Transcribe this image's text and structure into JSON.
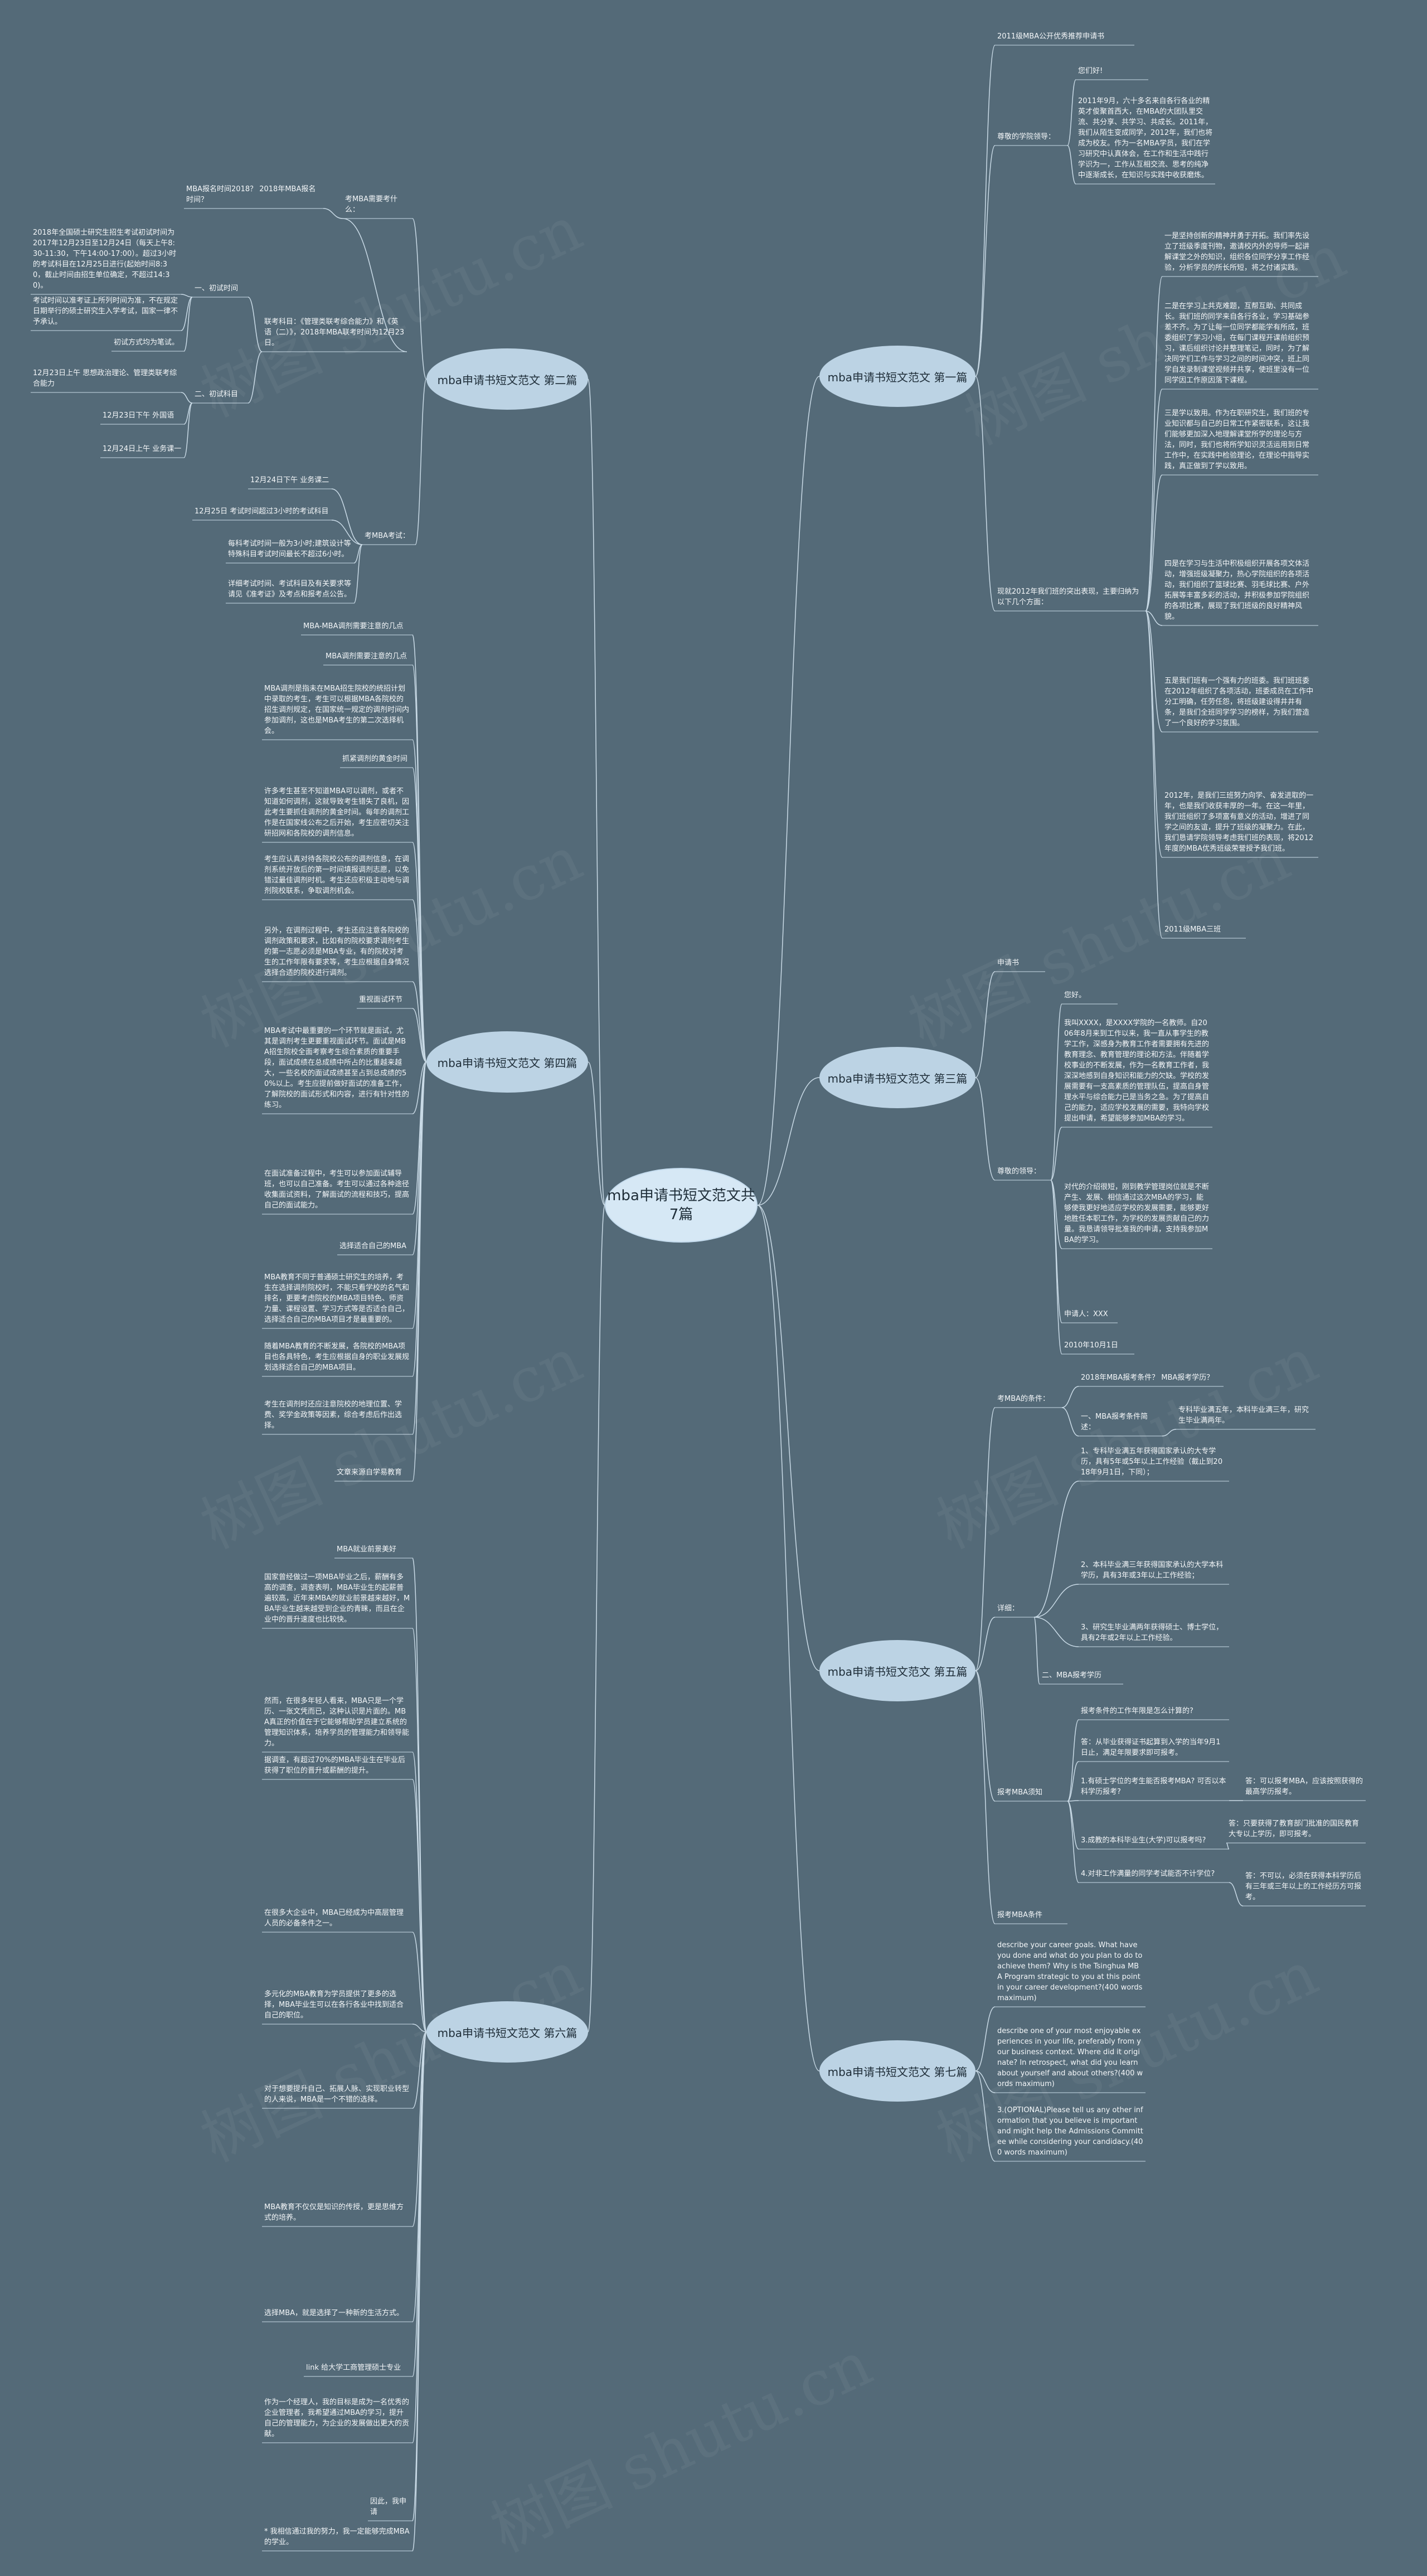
{
  "watermark": "树图 shutu.cn",
  "center": "mba申请书短文范文共7篇",
  "branches": [
    "mba申请书短文范文 第一篇",
    "mba申请书短文范文 第二篇",
    "mba申请书短文范文 第三篇",
    "mba申请书短文范文 第四篇",
    "mba申请书短文范文 第五篇",
    "mba申请书短文范文 第六篇",
    "mba申请书短文范文 第七篇"
  ],
  "nodes": {
    "n1_title": "2011级MBA公开优秀推荐申请书",
    "n1_teacher": "尊敬的学院领导：",
    "n1_hello": "您们好!",
    "n1_p1": "2011年9月，六十多名来自各行各业的精英才俊聚首西大，在MBA的大团队里交流、共分享、共学习、共成长。2011年，我们从陌生变成同学，2012年，我们也将成为校友。作为一名MBA学员，我们在学习研究中认真体会，在工作和生活中践行学识为一，工作从互相交流、思考的纯净中逐渐成长，在知识与实践中收获磨炼。",
    "n1_label": "现就2012年我们班的突出表现，主要归纳为以下几个方面：",
    "n1_p2": "一是坚持创新的精神并勇于开拓。我们率先设立了班级季度刊物，邀请校内外的导师一起讲解课堂之外的知识，组织各位同学分享工作经验，分析学员的所长所短，将之付诸实践。",
    "n1_p3": "二是在学习上共克难题，互帮互助、共同成长。我们班的同学来自各行各业，学习基础参差不齐。为了让每一位同学都能学有所成，班委组织了学习小组，在每门课程开课前组织预习，课后组织讨论并整理笔记，同时，为了解决同学们工作与学习之间的时间冲突，班上同学自发录制课堂视频并共享，使班里没有一位同学因工作原因落下课程。",
    "n1_p4": "三是学以致用。作为在职研究生，我们班的专业知识都与自己的日常工作紧密联系，这让我们能够更加深入地理解课堂所学的理论与方法，同时，我们也将所学知识灵活运用到日常工作中，在实践中检验理论，在理论中指导实践，真正做到了学以致用。",
    "n1_p5": "四是在学习与生活中积极组织开展各项文体活动，增强班级凝聚力，热心学院组织的各项活动，我们组织了篮球比赛、羽毛球比赛、户外拓展等丰富多彩的活动，并积极参加学院组织的各项比赛，展现了我们班级的良好精神风貌。",
    "n1_p6": "五是我们班有一个强有力的班委。我们班班委在2012年组织了各项活动，班委成员在工作中分工明确，任劳任怨，将班级建设得井井有条，是我们全班同学学习的榜样，为我们营造了一个良好的学习氛围。",
    "n1_p7": "2012年，是我们三班努力向学、奋发进取的一年，也是我们收获丰厚的一年。在这一年里，我们班组织了多项富有意义的活动，增进了同学之间的友谊，提升了班级的凝聚力。在此，我们恳请学院领导考虑我们班的表现，将2012年度的MBA优秀班级荣誉授予我们班。",
    "n1_sign": "2011级MBA三班",
    "n2_time": "考MBA需要考什么：",
    "n2_when": "MBA报名时间2018？ 2018年MBA报名时间？",
    "n2_fmt": "联考科目：《管理类联考综合能力》和《英语（二）》，2018年MBA联考时间为12月23日。",
    "n2_p1": "2018年全国硕士研究生招生考试初试时间为2017年12月23日至12月24日（每天上午8:30-11:30，下午14:00-17:00）。超过3小时的考试科目在12月25日进行(起始时间8:30，截止时间由招生单位确定，不超过14:30)。",
    "n2_sub1": "一、初试时间",
    "n2_p2": "考试时间以准考证上所列时间为准，不在规定日期举行的硕士研究生入学考试，国家一律不予承认。",
    "n2_p3": "初试方式均为笔试。",
    "n2_sub2": "二、初试科目",
    "n2_p4": "12月23日上午 思想政治理论、管理类联考综合能力",
    "n2_p5": "12月23日下午 外国语",
    "n2_p6": "12月24日上午 业务课一",
    "n2_p7": "12月24日下午 业务课二",
    "n2_p8": "12月25日 考试时间超过3小时的考试科目",
    "n2_p9": "每科考试时间一般为3小时;建筑设计等特殊科目考试时间最长不超过6小时。",
    "n2_p10": "详细考试时间、考试科目及有关要求等请见《准考证》及考点和报考点公告。",
    "n2_label": "考MBA考试：",
    "n3_top": "申请书",
    "n3_hello": "您好。",
    "n3_p1": "我叫XXXX，是XXXX学院的一名教师。自2006年8月来到工作以来，我一直从事学生的教学工作，深感身为教育工作者需要拥有先进的教育理念、教育管理的理论和方法。伴随着学校事业的不断发展，作为一名教育工作者，我深深地感到自身知识和能力的欠缺。学校的发展需要有一支高素质的管理队伍，提高自身管理水平与综合能力已是当务之急。为了提高自己的能力，适应学校发展的需要，我特向学校提出申请，希望能够参加MBA的学习。",
    "n3_p2": "对代的介绍很短，刚到教学管理岗位就是不断产生、发展、相信通过这次MBA的学习，能够使我更好地适应学校的发展需要，能够更好地胜任本职工作，为学校的发展贡献自己的力量。我恳请领导批准我的申请，支持我参加MBA的学习。",
    "n3_p3": "申请人：XXX",
    "n3_date": "2010年10月1日",
    "n3_label": "尊敬的领导：",
    "n4_a": "MBA-MBA调剂需要注意的几点",
    "n4_b": "MBA调剂需要注意的几点",
    "n4_p1": "MBA调剂是指未在MBA招生院校的统招计划中录取的考生，考生可以根据MBA各院校的招生调剂规定，在国家统一规定的调剂时间内参加调剂，这也是MBA考生的第二次选择机会。",
    "n4_c": "抓紧调剂的黄金时间",
    "n4_p2": "许多考生甚至不知道MBA可以调剂，或者不知道如何调剂，这就导致考生错失了良机，因此考生要抓住调剂的黄金时间。每年的调剂工作是在国家线公布之后开始，考生应密切关注研招网和各院校的调剂信息。",
    "n4_p3": "考生应认真对待各院校公布的调剂信息，在调剂系统开放后的第一时间填报调剂志愿，以免错过最佳调剂时机。考生还应积极主动地与调剂院校联系，争取调剂机会。",
    "n4_p4": "另外，在调剂过程中，考生还应注意各院校的调剂政策和要求，比如有的院校要求调剂考生的第一志愿必须是MBA专业，有的院校对考生的工作年限有要求等，考生应根据自身情况选择合适的院校进行调剂。",
    "n4_d": "重视面试环节",
    "n4_p5": "MBA考试中最重要的一个环节就是面试，尤其是调剂考生更要重视面试环节。面试是MBA招生院校全面考察考生综合素质的重要手段，面试成绩在总成绩中所占的比重越来越大，一些名校的面试成绩甚至占到总成绩的50%以上。考生应提前做好面试的准备工作，了解院校的面试形式和内容，进行有针对性的练习。",
    "n4_p6": "在面试准备过程中，考生可以参加面试辅导班，也可以自己准备。考生可以通过各种途径收集面试资料，了解面试的流程和技巧，提高自己的面试能力。",
    "n4_e": "选择适合自己的MBA",
    "n4_p7": "MBA教育不同于普通硕士研究生的培养，考生在选择调剂院校时，不能只看学校的名气和排名，更要考虑院校的MBA项目特色、师资力量、课程设置、学习方式等是否适合自己，选择适合自己的MBA项目才是最重要的。",
    "n4_p8": "随着MBA教育的不断发展，各院校的MBA项目也各具特色，考生应根据自身的职业发展规划选择适合自己的MBA项目。",
    "n4_p9": "考生在调剂时还应注意院校的地理位置、学费、奖学金政策等因素，综合考虑后作出选择。",
    "n4_f": "文章来源自学易教育",
    "n5_top": "考MBA的条件：",
    "n5_q1": "2018年MBA报考条件？ MBA报考学历？",
    "n5_q2": "一、MBA报考条件简述：",
    "n5_a2": "专科毕业满五年，本科毕业满三年，研究生毕业满两年。",
    "n5_p1": "1、专科毕业满五年获得国家承认的大专学历，具有5年或5年以上工作经验（截止到2018年9月1日，下同）；",
    "n5_p2": "2、本科毕业满三年获得国家承认的大学本科学历，具有3年或3年以上工作经验；",
    "n5_p3": "3、研究生毕业满两年获得硕士、博士学位，具有2年或2年以上工作经验。",
    "n5_label": "详细：",
    "n5_sub": "二、MBA报考学历",
    "n5_t2": "报考MBA须知",
    "n5_q3": "报考条件的工作年限是怎么计算的?",
    "n5_a3": "答：从毕业获得证书起算到入学的当年9月1日止，满足年限要求即可报考。",
    "n5_q4": "1.有硕士学位的考生能否报考MBA? 可否以本科学历报考?",
    "n5_a4": "答：可以报考MBA，应该按照获得的最高学历报考。",
    "n5_q5": "3.成教的本科毕业生(大学)可以报考吗?",
    "n5_a5": "答：只要获得了教育部门批准的国民教育大专以上学历，即可报考。",
    "n5_q6": "4.对非工作满量的同学考试能否不计学位?",
    "n5_a6": "答：不可以，必须在获得本科学历后有三年或三年以上的工作经历方可报考。",
    "n5_end": "报考MBA条件",
    "n6_a": "MBA就业前景美好",
    "n6_p1": "国家曾经做过一项MBA毕业之后，薪酬有多高的调查，调查表明，MBA毕业生的起薪普遍较高，近年来MBA的就业前景越来越好，MBA毕业生越来越受到企业的青睐，而且在企业中的晋升速度也比较快。",
    "n6_p2": "然而，在很多年轻人看来，MBA只是一个学历、一张文凭而已，这种认识是片面的。MBA真正的价值在于它能够帮助学员建立系统的管理知识体系，培养学员的管理能力和领导能力。",
    "n6_p3": "据调查，有超过70%的MBA毕业生在毕业后获得了职位的晋升或薪酬的提升。",
    "n6_p4": "在很多大企业中，MBA已经成为中高层管理人员的必备条件之一。",
    "n6_p5": "多元化的MBA教育为学员提供了更多的选择，MBA毕业生可以在各行各业中找到适合自己的职位。",
    "n6_p6": "对于想要提升自己、拓展人脉、实现职业转型的人来说，MBA是一个不错的选择。",
    "n6_p7": "MBA教育不仅仅是知识的传授，更是思维方式的培养。",
    "n6_p8": "选择MBA，就是选择了一种新的生活方式。",
    "n6_p9": "link 给大学工商管理硕士专业",
    "n6_p10": "作为一个经理人，我的目标是成为一名优秀的企业管理者，我希望通过MBA的学习，提升自己的管理能力，为企业的发展做出更大的贡献。",
    "n6_p11": "因此，我申请",
    "n6_p12": "* 我相信通过我的努力，我一定能够完成MBA的学业。",
    "n7_p1": "describe your career goals. What have you done and what do you plan to do to achieve them? Why is the Tsinghua MBA Program strategic to you at this point in your career development?(400 words maximum)",
    "n7_p2": "describe one of your most enjoyable experiences in your life, preferably from your business context. Where did it originate? In retrospect, what did you learn about yourself and about others?(400 words maximum)",
    "n7_p3": "3.(OPTIONAL)Please tell us any other information that you believe is important and might help the Admissions Committee while considering your candidacy.(400 words maximum)"
  }
}
